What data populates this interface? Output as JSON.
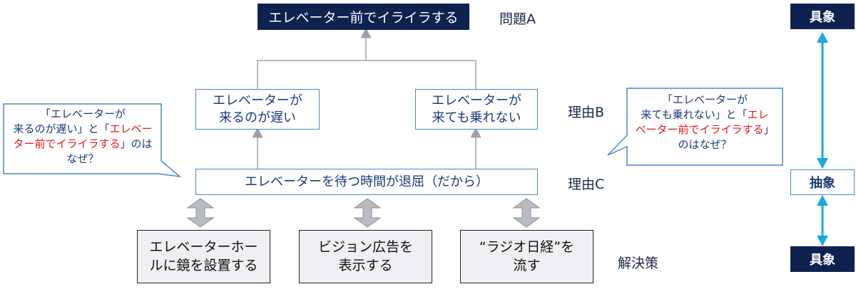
{
  "problem": {
    "text": "エレベーター前でイライラする",
    "label": "問題A"
  },
  "reason_b": {
    "label": "理由B",
    "left": {
      "line1": "エレベーターが",
      "line2": "来るのが遅い"
    },
    "right": {
      "line1": "エレベーターが",
      "line2": "来ても乗れない"
    }
  },
  "reason_c": {
    "text": "エレベーターを待つ時間が退屈（だから）",
    "label": "理由C"
  },
  "solutions": {
    "label": "解決策",
    "items": [
      {
        "line1": "エレベーターホー",
        "line2": "ルに鏡を設置する"
      },
      {
        "line1": "ビジョン広告を",
        "line2": "表示する"
      },
      {
        "line1": "“ラジオ日経”を",
        "line2": "流す"
      }
    ]
  },
  "bubble_left": {
    "line1": "「エレベーターが",
    "line2a": "来るのが遅い」と「",
    "line2b": "エレベー",
    "line3a": "ター前でイライラする",
    "line3b": "」のは",
    "line4": "なぜ？"
  },
  "bubble_right": {
    "line1": "「エレベーターが",
    "line2a": "来ても乗れない」と「",
    "line2b": "エレ",
    "line3a": "ベーター前でイライラする",
    "line3b": "」",
    "line4": "のはなぜ？"
  },
  "scale": {
    "top": "具象",
    "middle": "抽象",
    "bottom": "具象"
  },
  "colors": {
    "navy": "#0e2250",
    "blue_border": "#4a89c8",
    "arrow_cyan": "#1aa8e0",
    "red": "#e8141c",
    "gray_fill": "#eef0f3"
  },
  "icons": {
    "bidirectional": "double-arrow-vertical-icon"
  }
}
